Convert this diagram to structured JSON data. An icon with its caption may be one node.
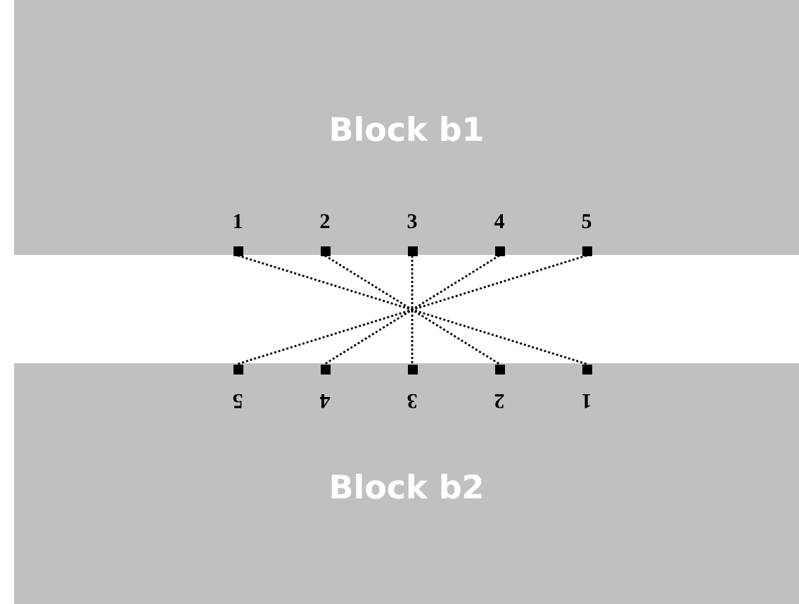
{
  "diagram": {
    "nodes": [
      {
        "text": [
          "Block b1"
        ]
      },
      {
        "text": [
          "1"
        ],
        "in": 0
      },
      {
        "text": [
          "2"
        ],
        "in": 0
      },
      {
        "text": [
          "3"
        ],
        "in": 0
      },
      {
        "text": [
          "4"
        ],
        "in": 0
      },
      {
        "text": [
          "5"
        ],
        "in": 0
      },
      {
        "text": [
          "Block b2"
        ]
      },
      {
        "text": [
          "5"
        ],
        "in": 6
      },
      {
        "text": [
          "4"
        ],
        "in": 6
      },
      {
        "text": [
          "3"
        ],
        "in": 6
      },
      {
        "text": [
          "2"
        ],
        "in": 6
      },
      {
        "text": [
          "1"
        ],
        "in": 6
      }
    ],
    "edges": [
      {
        "from": 1,
        "to": 11,
        "arrow": "none",
        "style": "dashed"
      },
      {
        "from": 2,
        "to": 10,
        "arrow": "none",
        "style": "dashed"
      },
      {
        "from": 3,
        "to": 9,
        "arrow": "none",
        "style": "dashed"
      },
      {
        "from": 4,
        "to": 8,
        "arrow": "none",
        "style": "dashed"
      },
      {
        "from": 5,
        "to": 7,
        "arrow": "none",
        "style": "dashed"
      }
    ]
  }
}
